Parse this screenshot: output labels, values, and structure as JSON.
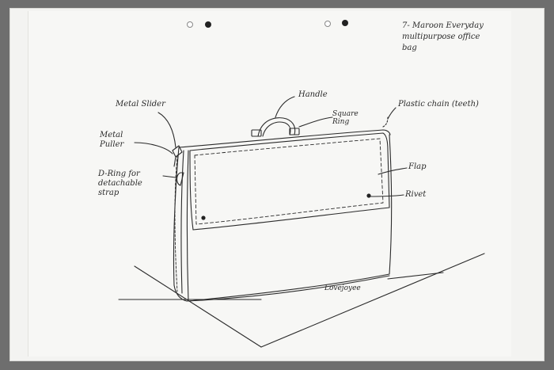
{
  "title": {
    "lines": [
      "7- Maroon Everyday",
      "multipurpose office",
      "bag"
    ]
  },
  "labels": {
    "handle": "Handle",
    "metal_slider": "Metal Slider",
    "square_ring": [
      "Square",
      "Ring"
    ],
    "plastic_chain": "Plastic chain (teeth)",
    "metal_puller": [
      "Metal",
      "Puller"
    ],
    "flap": "Flap",
    "d_ring": [
      "D-Ring for",
      "detachable",
      "strap"
    ],
    "rivet": "Rivet"
  },
  "signature": "Lovejoyee",
  "colors": {
    "frame": "#6e6e6e",
    "paper": "#f3f3f1",
    "ink": "#2a2a2a"
  }
}
